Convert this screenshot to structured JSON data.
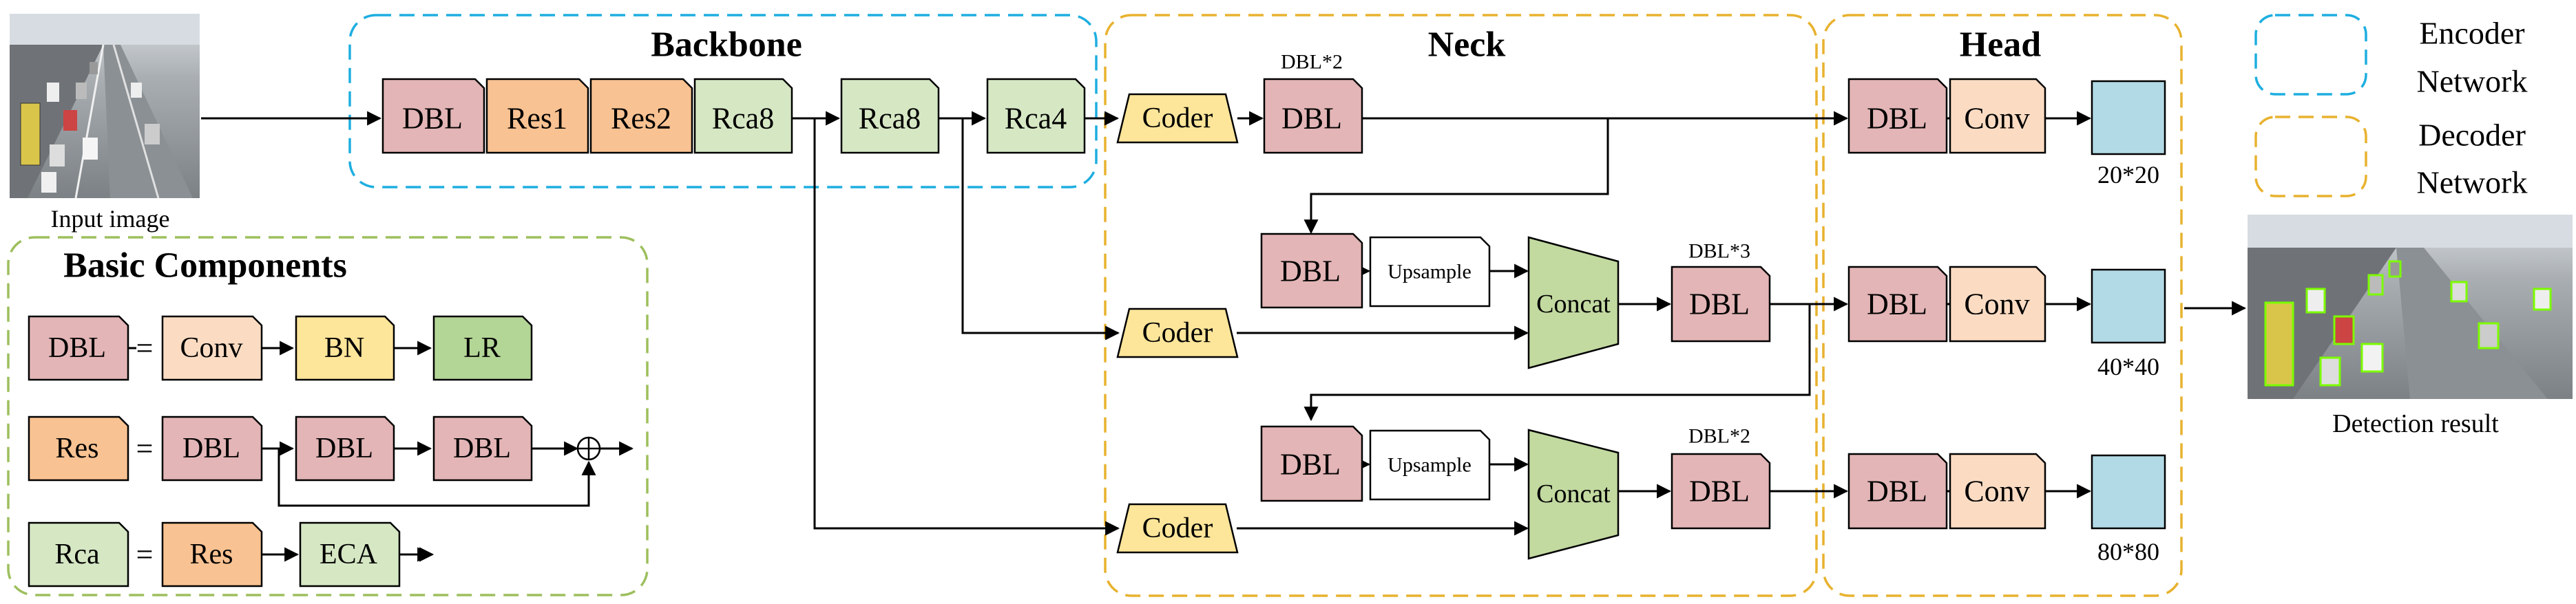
{
  "sections": {
    "backbone": "Backbone",
    "neck": "Neck",
    "head": "Head",
    "basic": "Basic Components"
  },
  "captions": {
    "input": "Input image",
    "detection": "Detection result"
  },
  "legend": {
    "encoder_line1": "Encoder",
    "encoder_line2": "Network",
    "decoder_line1": "Decoder",
    "decoder_line2": "Network"
  },
  "backbone_blocks": {
    "dbl": "DBL",
    "res1": "Res1",
    "res2": "Res2",
    "rca8a": "Rca8",
    "rca8b": "Rca8",
    "rca4": "Rca4"
  },
  "neck_blocks": {
    "coder": "Coder",
    "dbl": "DBL",
    "upsample": "Upsample",
    "concat": "Concat",
    "dbl2_note": "DBL*2",
    "dbl3_note": "DBL*3"
  },
  "head_blocks": {
    "dbl": "DBL",
    "conv": "Conv",
    "out1": "20*20",
    "out2": "40*40",
    "out3": "80*80"
  },
  "basic": {
    "dbl": "DBL",
    "res": "Res",
    "rca": "Rca",
    "eq": "=",
    "conv": "Conv",
    "bn": "BN",
    "lr": "LR",
    "eca": "ECA",
    "plus": "⊕"
  },
  "colors": {
    "dbl": "#e3b5b6",
    "res": "#f9c292",
    "rca": "#d6e7c4",
    "conv": "#fbdcc3",
    "coder": "#fde59a",
    "bn": "#fde59a",
    "lr": "#b3d596",
    "concat": "#c2d9a0",
    "out": "#b2dae6",
    "encoder": "#1eaee0",
    "decoder": "#e8b22f",
    "basic": "#9dbf5d"
  }
}
